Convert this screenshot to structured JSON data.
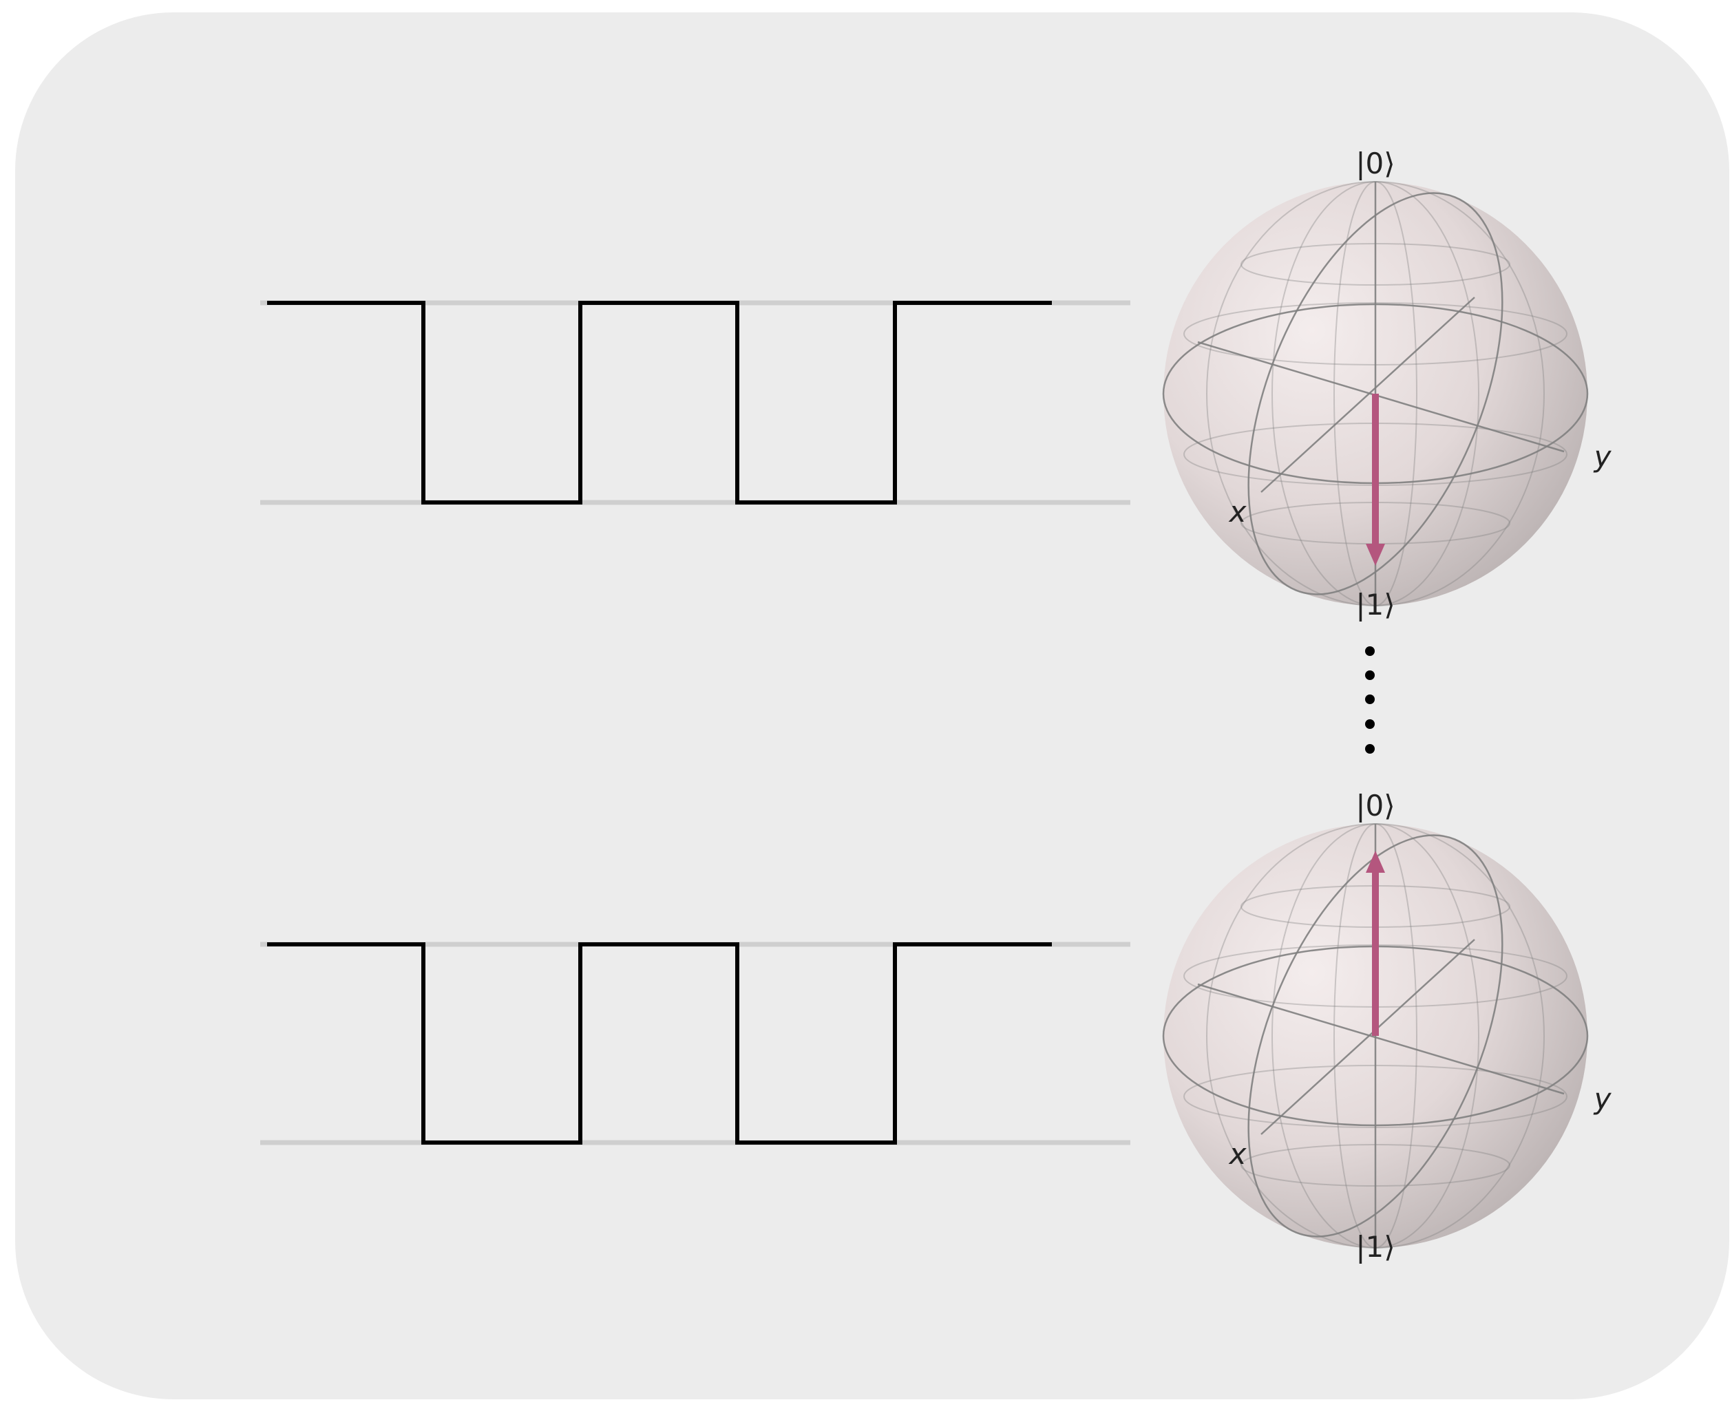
{
  "colors": {
    "panel": "#ececec",
    "pulse": "#000000",
    "guide": "#cfcfcf",
    "sphere_mesh": "#7f7f7f",
    "state_vector": "#b4567e"
  },
  "pulse_sequences": [
    {
      "levels": [
        1,
        0,
        1,
        0,
        1
      ]
    },
    {
      "levels": [
        1,
        0,
        1,
        0,
        1
      ]
    }
  ],
  "bloch_spheres": [
    {
      "top_label": "|0⟩",
      "bottom_label": "|1⟩",
      "x_label": "x",
      "y_label": "y",
      "state": "down-icon"
    },
    {
      "top_label": "|0⟩",
      "bottom_label": "|1⟩",
      "x_label": "x",
      "y_label": "y",
      "state": "up-icon"
    }
  ],
  "ellipsis_icon": "vertical-ellipsis-icon"
}
